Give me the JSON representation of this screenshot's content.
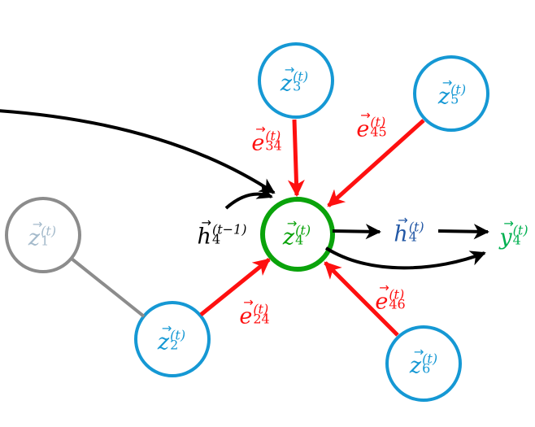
{
  "figure": {
    "background": "#ffffff",
    "glyphs": {
      "vec": "→"
    },
    "colors": {
      "node_blue": "#1598d4",
      "node_green": "#0aa30b",
      "node_gray": "#8c8c8c",
      "inactive_label": "#a4bacb",
      "edge_red": "#fe1010",
      "arrow_black": "#000000",
      "hidden_state_blue": "#2257a5",
      "output_green": "#00b050"
    },
    "nodes": [
      {
        "id": "z1",
        "base": "z",
        "sub": "1",
        "sup": "(t)",
        "label_color": "#a4bacb",
        "ring_color": "#8c8c8c"
      },
      {
        "id": "z2",
        "base": "z",
        "sub": "2",
        "sup": "(t)",
        "label_color": "#1598d4",
        "ring_color": "#1598d4"
      },
      {
        "id": "z3",
        "base": "z",
        "sub": "3",
        "sup": "(t)",
        "label_color": "#1598d4",
        "ring_color": "#1598d4"
      },
      {
        "id": "z4",
        "base": "z",
        "sub": "4",
        "sup": "(t)",
        "label_color": "#0aa30b",
        "ring_color": "#0aa30b"
      },
      {
        "id": "z5",
        "base": "z",
        "sub": "5",
        "sup": "(t)",
        "label_color": "#1598d4",
        "ring_color": "#1598d4"
      },
      {
        "id": "z6",
        "base": "z",
        "sub": "6",
        "sup": "(t)",
        "label_color": "#1598d4",
        "ring_color": "#1598d4"
      }
    ],
    "edges": [
      {
        "from": "z1",
        "to": "z2",
        "style": "plain-gray",
        "color": "#8c8c8c"
      },
      {
        "from": "z3",
        "to": "z4",
        "style": "red-arrow",
        "color": "#fe1010",
        "label": {
          "base": "e",
          "sub": "34",
          "sup": "(t)"
        }
      },
      {
        "from": "z5",
        "to": "z4",
        "style": "red-arrow",
        "color": "#fe1010",
        "label": {
          "base": "e",
          "sub": "45",
          "sup": "(t)"
        }
      },
      {
        "from": "z2",
        "to": "z4",
        "style": "red-arrow",
        "color": "#fe1010",
        "label": {
          "base": "e",
          "sub": "24",
          "sup": "(t)"
        }
      },
      {
        "from": "z6",
        "to": "z4",
        "style": "red-arrow",
        "color": "#fe1010",
        "label": {
          "base": "e",
          "sub": "46",
          "sup": "(t)"
        }
      }
    ],
    "states": [
      {
        "id": "h_prev",
        "base": "h",
        "sub": "4",
        "sup": "(t−1)",
        "color": "#000000"
      },
      {
        "id": "h_cur",
        "base": "h",
        "sub": "4",
        "sup": "(t)",
        "color": "#2257a5"
      },
      {
        "id": "y_out",
        "base": "y",
        "sub": "4",
        "sup": "(t)",
        "color": "#00b050"
      }
    ]
  }
}
